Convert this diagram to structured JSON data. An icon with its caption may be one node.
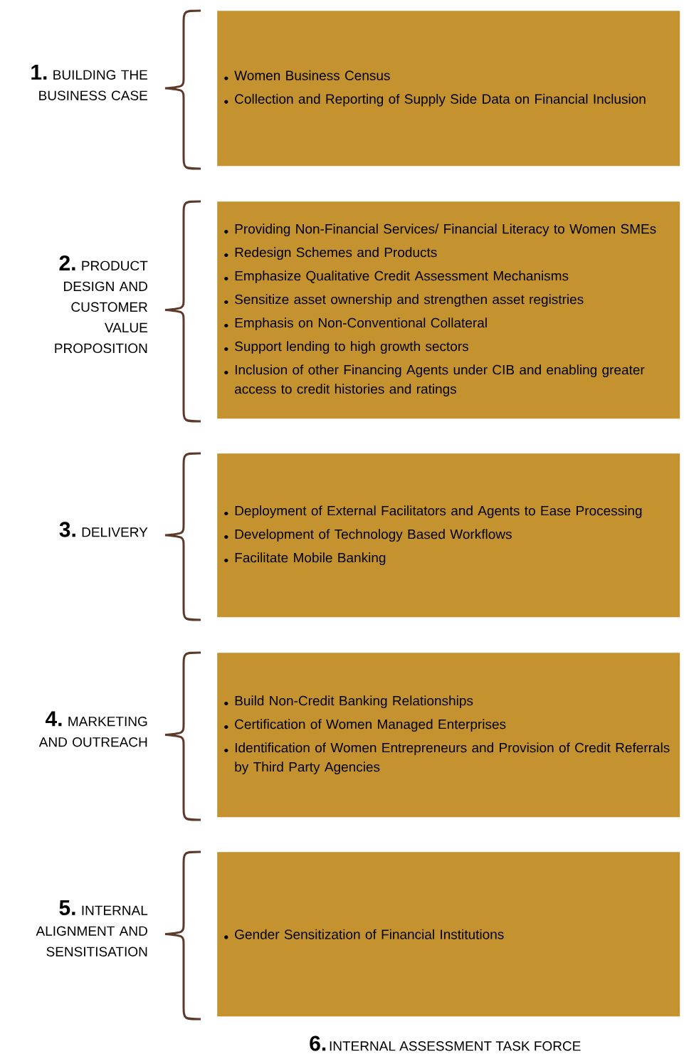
{
  "diagram": {
    "nodes": [
      {
        "text": [
          "Women Business Census",
          "Collection and Reporting of Supply Side Data on Financial Inclusion"
        ],
        "beside": [
          "1.",
          "BUILDING THE BUSINESS CASE"
        ]
      },
      {
        "text": [
          "Providing Non-Financial Services/ Financial Literacy to Women SMEs",
          "Redesign Schemes and Products",
          "Emphasize Qualitative Credit Assessment Mechanisms",
          "Sensitize asset ownership and strengthen asset registries",
          "Emphasis on Non-Conventional Collateral",
          "Support lending to high growth sectors",
          "Inclusion of other Financing Agents under CIB and enabling greater access to credit histories and ratings"
        ],
        "beside": [
          "2.",
          "PRODUCT DESIGN AND CUSTOMER VALUE PROPOSITION"
        ]
      },
      {
        "text": [
          "Deployment of External Facilitators and Agents to Ease Processing",
          "Development of Technology Based Workflows",
          "Facilitate Mobile Banking"
        ],
        "beside": [
          "3.",
          "DELIVERY"
        ]
      },
      {
        "text": [
          "Build Non-Credit Banking Relationships",
          "Certification of Women Managed Enterprises",
          "Identification of Women Entrepreneurs and Provision of Credit Referrals by Third Party Agencies"
        ],
        "beside": [
          "4.",
          "MARKETING AND OUTREACH"
        ]
      },
      {
        "text": [
          "Gender Sensitization of Financial Institutions"
        ],
        "beside": [
          "5.",
          "INTERNAL ALIGNMENT AND SENSITISATION"
        ]
      }
    ],
    "labels": [
      "6.",
      "INTERNAL ASSESSMENT TASK FORCE"
    ]
  }
}
